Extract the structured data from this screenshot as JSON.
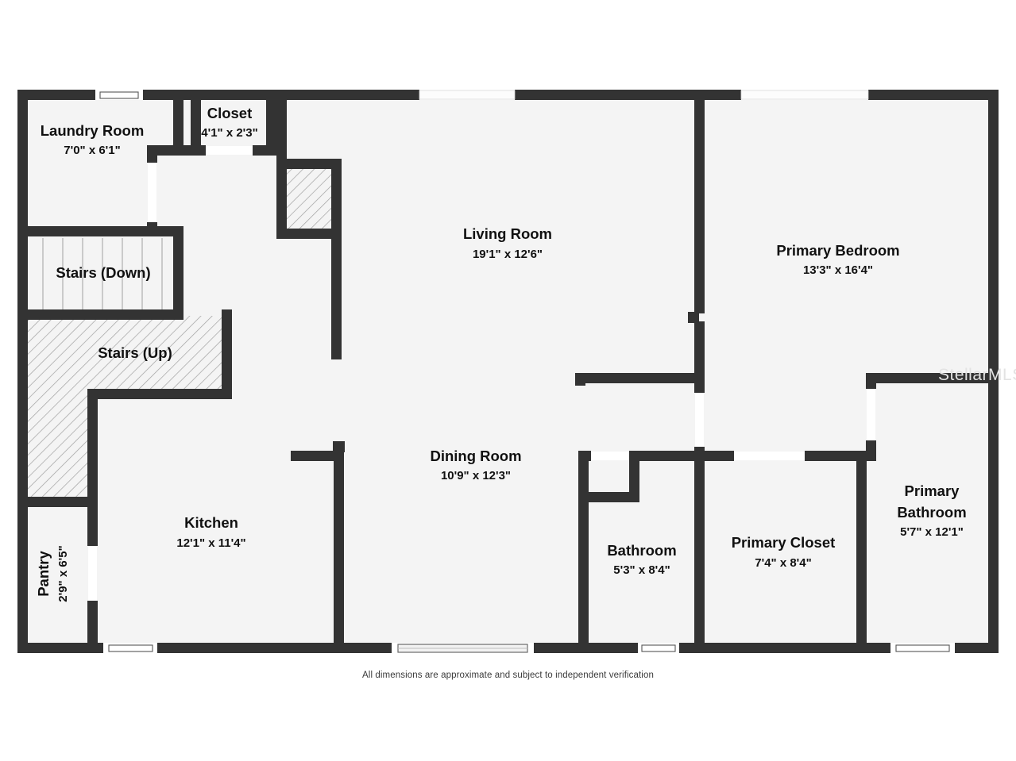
{
  "document": {
    "type": "floor-plan",
    "footer_note": "All dimensions are approximate and subject to independent verification",
    "watermark": "StellarMLS",
    "colors": {
      "wall": "#333333",
      "floor_fill": "#f4f4f4",
      "background": "#ffffff",
      "text": "#111111",
      "window_fill": "#ffffff",
      "hatch_line": "#999999",
      "watermark": "#e3e3e3"
    }
  },
  "rooms": [
    {
      "id": "laundry-room",
      "name": "Laundry Room",
      "dimensions": "7'0\" x 6'1\""
    },
    {
      "id": "closet",
      "name": "Closet",
      "dimensions": "4'1\" x 2'3\""
    },
    {
      "id": "living-room",
      "name": "Living Room",
      "dimensions": "19'1\" x 12'6\""
    },
    {
      "id": "primary-bedroom",
      "name": "Primary Bedroom",
      "dimensions": "13'3\" x 16'4\""
    },
    {
      "id": "stairs-down",
      "name": "Stairs (Down)",
      "dimensions": ""
    },
    {
      "id": "stairs-up",
      "name": "Stairs (Up)",
      "dimensions": ""
    },
    {
      "id": "dining-room",
      "name": "Dining Room",
      "dimensions": "10'9\" x 12'3\""
    },
    {
      "id": "primary-bathroom",
      "name": "Primary Bathroom",
      "dimensions": "5'7\" x 12'1\""
    },
    {
      "id": "kitchen",
      "name": "Kitchen",
      "dimensions": "12'1\" x 11'4\""
    },
    {
      "id": "pantry",
      "name": "Pantry",
      "dimensions": "2'9\" x 6'5\""
    },
    {
      "id": "bathroom",
      "name": "Bathroom",
      "dimensions": "5'3\" x 8'4\""
    },
    {
      "id": "primary-closet",
      "name": "Primary Closet",
      "dimensions": "7'4\" x 8'4\""
    }
  ],
  "labels": {
    "laundry_name": "Laundry Room",
    "laundry_dim": "7'0\" x 6'1\"",
    "closet_name": "Closet",
    "closet_dim": "4'1\" x 2'3\"",
    "living_name": "Living Room",
    "living_dim": "19'1\" x 12'6\"",
    "bedroom_name": "Primary Bedroom",
    "bedroom_dim": "13'3\" x 16'4\"",
    "stairs_down_name": "Stairs (Down)",
    "stairs_up_name": "Stairs (Up)",
    "dining_name": "Dining Room",
    "dining_dim": "10'9\" x 12'3\"",
    "pbath_name_l1": "Primary",
    "pbath_name_l2": "Bathroom",
    "pbath_dim": "5'7\" x 12'1\"",
    "kitchen_name": "Kitchen",
    "kitchen_dim": "12'1\" x 11'4\"",
    "pantry_name": "Pantry",
    "pantry_dim": "2'9\" x 6'5\"",
    "bathroom_name": "Bathroom",
    "bathroom_dim": "5'3\" x 8'4\"",
    "pcloset_name": "Primary Closet",
    "pcloset_dim": "7'4\" x 8'4\""
  }
}
